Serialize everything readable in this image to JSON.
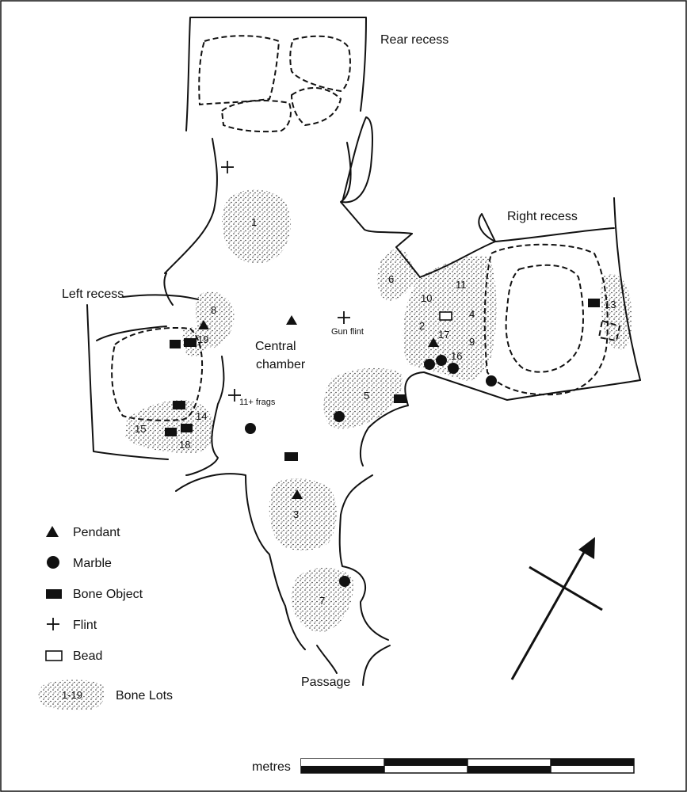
{
  "areas": {
    "rear_recess": "Rear recess",
    "right_recess": "Right recess",
    "left_recess": "Left recess",
    "central_line1": "Central",
    "central_line2": "chamber",
    "passage": "Passage"
  },
  "annotations": {
    "gun_flint": "Gun flint",
    "frags": "11+ frags"
  },
  "bone_lot_numbers": [
    "1",
    "2",
    "3",
    "4",
    "5",
    "6",
    "7",
    "8",
    "9",
    "10",
    "11",
    "13",
    "14",
    "15",
    "16",
    "17",
    "18",
    "19"
  ],
  "legend": {
    "pendant": "Pendant",
    "marble": "Marble",
    "bone_object": "Bone Object",
    "flint": "Flint",
    "bead": "Bead",
    "bone_lots_range": "1-19",
    "bone_lots": "Bone Lots"
  },
  "scale": {
    "label": "metres"
  },
  "icons": [
    "pendant-triangle-icon",
    "marble-circle-icon",
    "bone-object-rect-icon",
    "flint-cross-icon",
    "bead-open-rect-icon",
    "north-arrow-icon"
  ]
}
